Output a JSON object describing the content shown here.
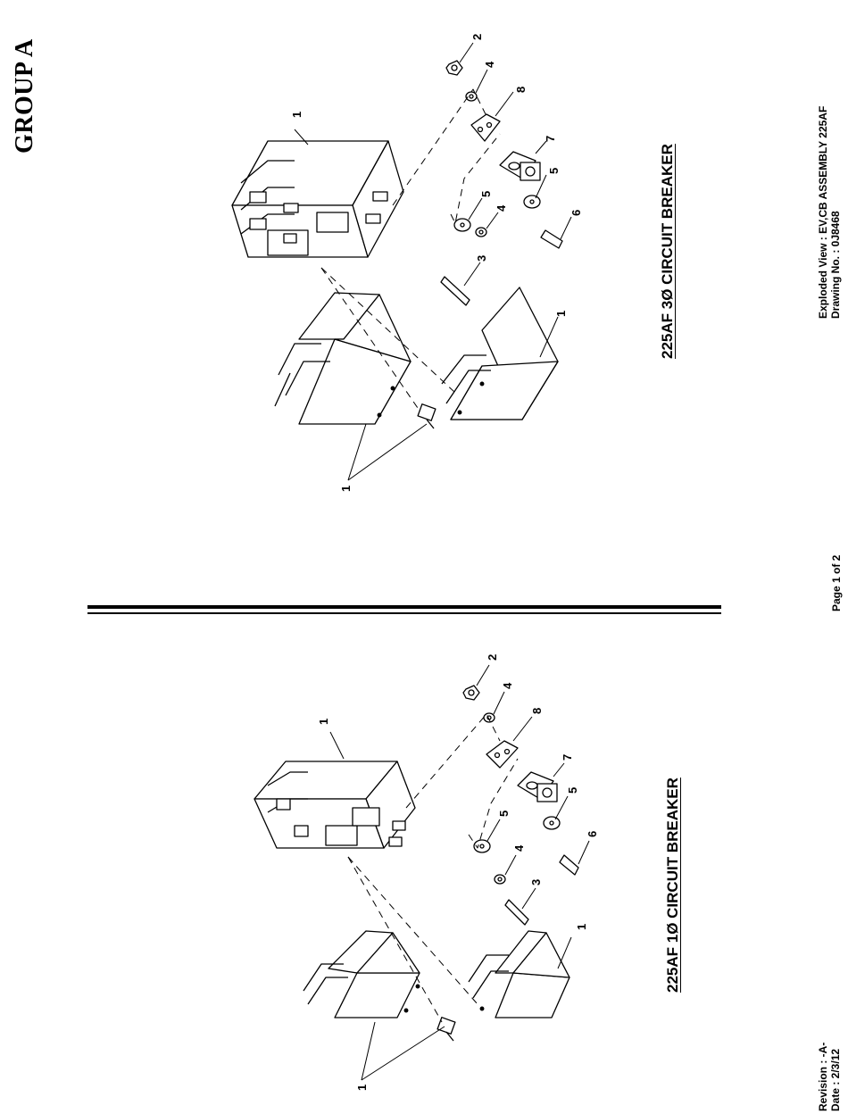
{
  "page": {
    "group_title": "GROUP A",
    "page_number": "Page 1 of 2",
    "revision": "Revision : -A-",
    "date": "Date : 2/3/12",
    "view_title": "Exploded View : EV,CB ASSEMBLY 225AF",
    "drawing_number": "Drawing No. : 0J8468"
  },
  "diagrams": [
    {
      "caption": "225AF 3Ø CIRCUIT BREAKER",
      "callouts": [
        "1",
        "1",
        "1",
        "2",
        "3",
        "4",
        "4",
        "5",
        "5",
        "6",
        "7",
        "8"
      ]
    },
    {
      "caption": "225AF 1Ø CIRCUIT BREAKER",
      "callouts": [
        "1",
        "1",
        "1",
        "2",
        "3",
        "4",
        "4",
        "5",
        "5",
        "6",
        "7",
        "8"
      ]
    }
  ]
}
